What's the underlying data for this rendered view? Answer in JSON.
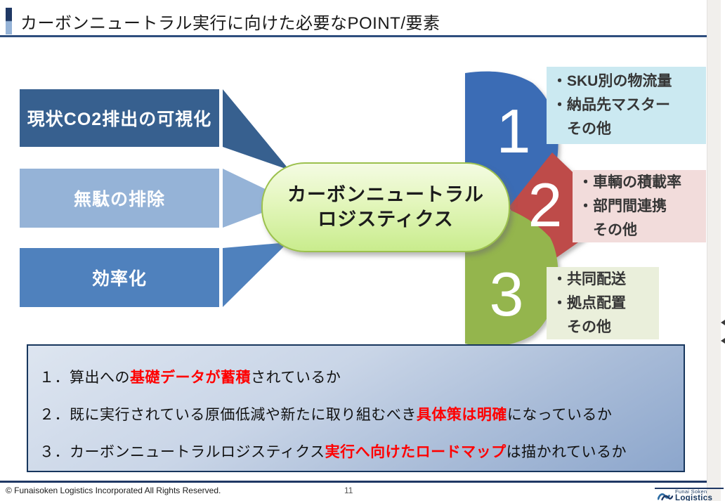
{
  "title": "カーボンニュートラル実行に向けた必要なPOINT/要素",
  "funnel": {
    "items": [
      {
        "label": "現状CO2排出の可視化"
      },
      {
        "label": "無駄の排除"
      },
      {
        "label": "効率化"
      }
    ]
  },
  "center": {
    "line1": "カーボンニュートラル",
    "line2": "ロジスティクス"
  },
  "points": [
    {
      "number": "1",
      "items": [
        "・SKU別の物流量",
        "・納品先マスター",
        "　その他"
      ]
    },
    {
      "number": "2",
      "items": [
        "・車輌の積載率",
        "・部門間連携",
        "　その他"
      ]
    },
    {
      "number": "3",
      "items": [
        "・共同配送",
        "・拠点配置",
        "　その他"
      ]
    }
  ],
  "summary": [
    {
      "prefix": "１．算出への",
      "highlight": "基礎データが蓄積",
      "suffix": "されているか"
    },
    {
      "prefix": "２．既に実行されている原価低減や新たに取り組むべき",
      "highlight": "具体策は明確",
      "suffix": "になっているか"
    },
    {
      "prefix": "３．カーボンニュートラルロジスティクス",
      "highlight": "実行へ向けたロードマップ",
      "suffix": "は描かれているか"
    }
  ],
  "footer": {
    "copyright": "© Funaisoken Logistics Incorporated All Rights Reserved.",
    "page_number": "11",
    "logo_top": "Funai Soken",
    "logo_bottom": "Logistics"
  },
  "colors": {
    "accent_navy": "#1F3864",
    "bar_dark_blue": "#37608F",
    "bar_light_blue": "#95B3D7",
    "bar_mid_blue": "#4F81BD",
    "petal_blue": "#3B6CB5",
    "petal_red": "#BE4B48",
    "petal_green": "#94B54E",
    "box1_bg": "#CBE9F1",
    "box2_bg": "#F2DCDB",
    "box3_bg": "#EAEFDB",
    "oval_border": "#9CC14E",
    "oval_fill_bottom": "#C9EC8D",
    "highlight_red": "#FF0000"
  }
}
